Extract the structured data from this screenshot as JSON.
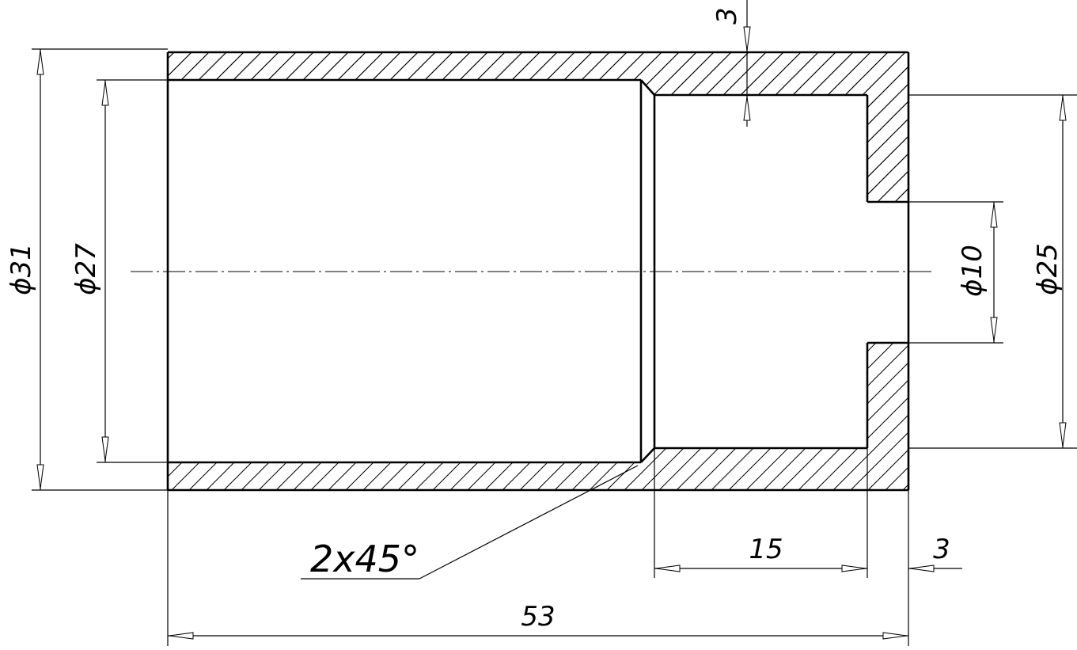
{
  "drawing": {
    "dimensions": {
      "outer_diameter": "ϕ31",
      "bore_diameter": "ϕ27",
      "counterbore_diameter": "ϕ25",
      "hole_diameter": "ϕ10",
      "wall_thickness": "3",
      "chamfer": "2x45°",
      "counterbore_depth": "15",
      "bottom_thickness": "3",
      "overall_length": "53"
    }
  }
}
